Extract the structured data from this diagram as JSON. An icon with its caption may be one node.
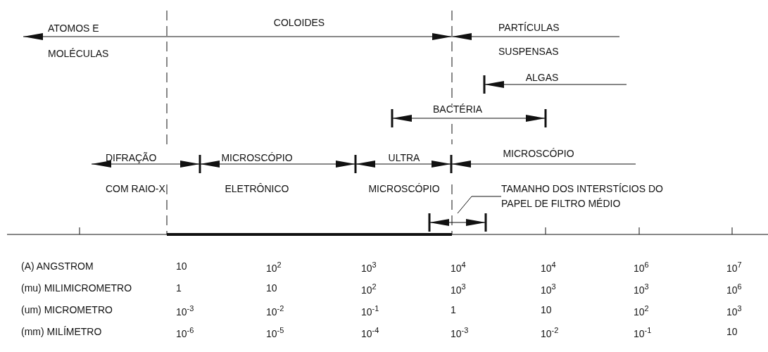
{
  "diagram": {
    "nodes": [
      {
        "text": [
          "TAMANHO DOS INTERSTÍCIOS DO PAPEL DE FILTRO MÉDIO"
        ]
      },
      {
        "text": [],
        "shape": "bar"
      }
    ],
    "edges": [
      {
        "from": 0,
        "to": 1,
        "arrow": "none"
      }
    ],
    "labels": [
      "ATOMOS E MOLÉCULAS",
      "COLOIDES",
      "PARTÍCULAS SUSPENSAS",
      "ALGAS",
      "BACTÉRIA",
      "DIFRAÇÃO COM RAIO-X",
      "MICROSCÓPIO ELETRÔNICO",
      "ULTRA MICROSCÓPIO",
      "MICROSCÓPIO",
      "(A) ANGSTROM",
      "10",
      "10$^{2}$",
      "10$^{3}$",
      "10$^{4}$",
      "10$^{4}$",
      "10$^{6}$",
      "10$^{7}$",
      "(mu) MILIMICROMETRO",
      "1",
      "10",
      "10$^{2}$",
      "10$^{3}$",
      "10$^{3}$",
      "10$^{3}$",
      "10$^{6}$",
      "(um) MICROMETRO",
      "10$^{-3}$",
      "10$^{-2}$",
      "10$^{-1}$",
      "1",
      "10",
      "10$^{2}$",
      "10$^{3}$",
      "(mm) MILÍMETRO",
      "10$^{-6}$",
      "10$^{-5}$",
      "10$^{-4}$",
      "10$^{-3}$",
      "10$^{-2}$",
      "10$^{-1}$",
      "10"
    ]
  }
}
